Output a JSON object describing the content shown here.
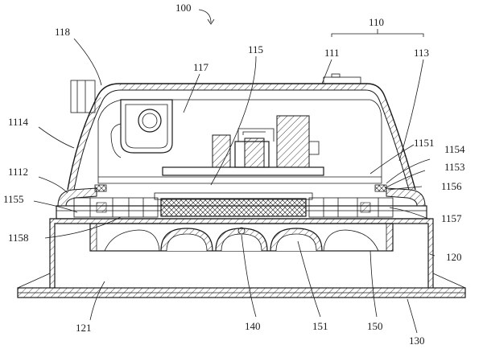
{
  "figure": {
    "labels": {
      "l100": "100",
      "l110": "110",
      "l111": "111",
      "l113": "113",
      "l115": "115",
      "l117": "117",
      "l118": "118",
      "l1114": "1114",
      "l1112": "1112",
      "l1155": "1155",
      "l1158": "1158",
      "l1151": "1151",
      "l1154": "1154",
      "l1153": "1153",
      "l1156": "1156",
      "l1157": "1157",
      "l120": "120",
      "l121": "121",
      "l140": "140",
      "l151": "151",
      "l150": "150",
      "l130": "130"
    }
  }
}
